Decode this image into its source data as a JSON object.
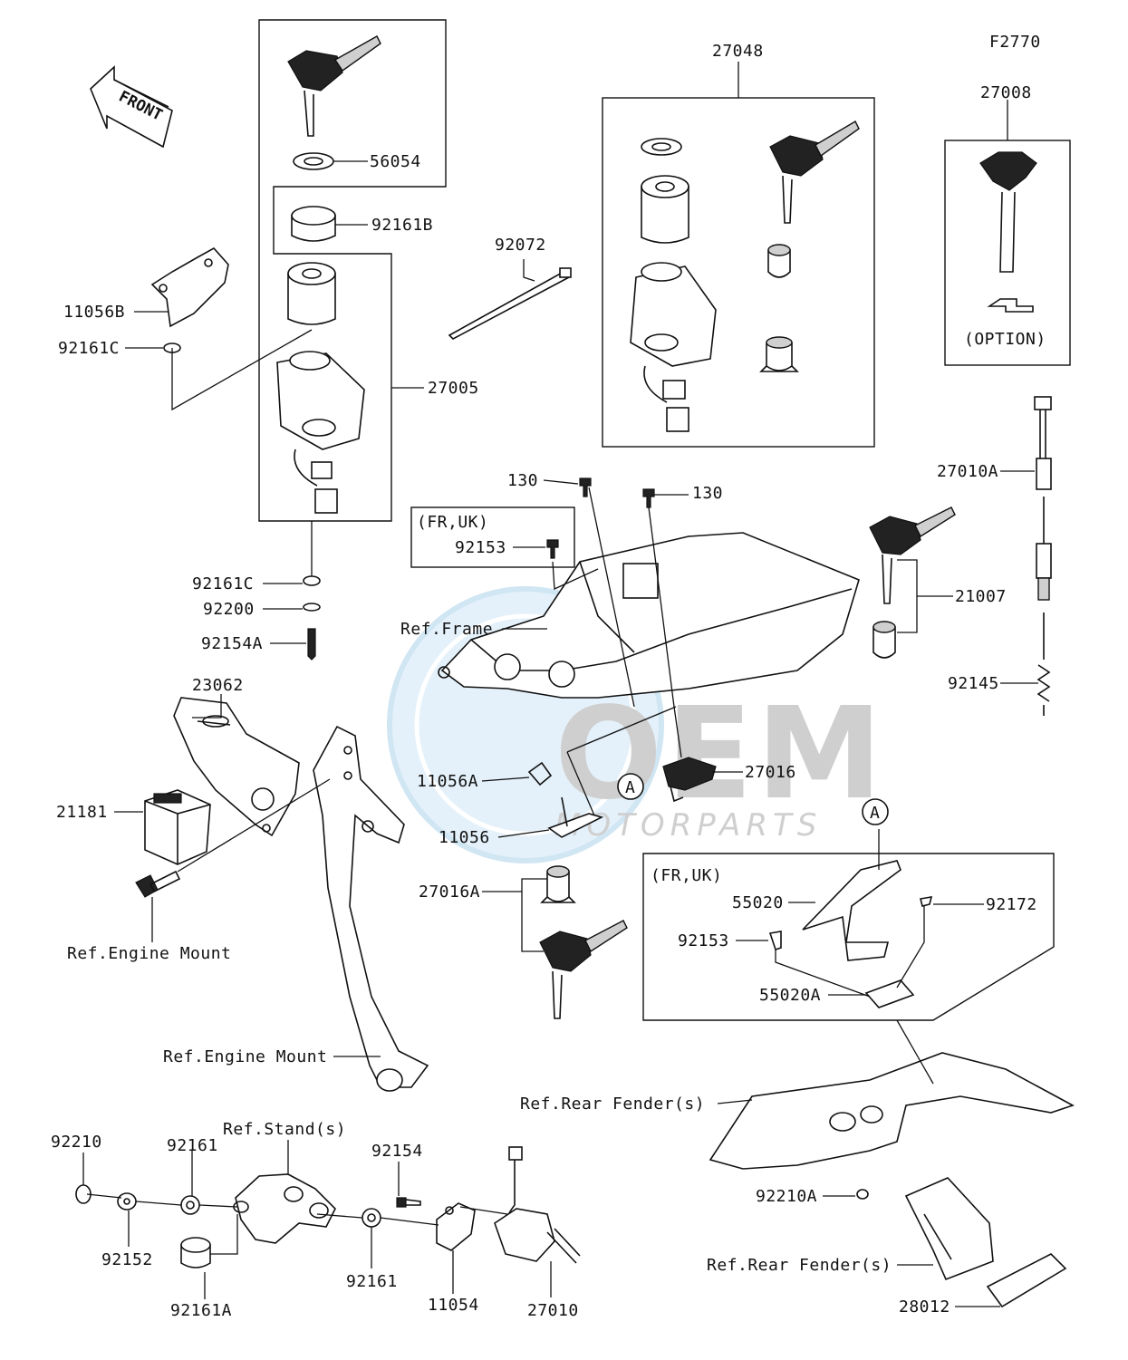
{
  "figure_code": "F2770",
  "front_arrow": "FRONT",
  "option_note": "(OPTION)",
  "region_notes": {
    "box_small": "(FR,UK)",
    "box_large": "(FR,UK)"
  },
  "circle_marker": "A",
  "watermark": {
    "brand": "OEM",
    "sub": "MOTORPARTS"
  },
  "part_labels": {
    "p56054": "56054",
    "p92161B": "92161B",
    "p11056B": "11056B",
    "p92161C_top": "92161C",
    "p27005": "27005",
    "p92161C_bot": "92161C",
    "p92200": "92200",
    "p92154A": "92154A",
    "p23062": "23062",
    "p21181": "21181",
    "ref_engine_mount_1": "Ref.Engine Mount",
    "ref_engine_mount_2": "Ref.Engine Mount",
    "p92072": "92072",
    "p27048": "27048",
    "p27008": "27008",
    "p130_left": "130",
    "p130_right": "130",
    "p92153_top": "92153",
    "ref_frame": "Ref.Frame",
    "p27010A": "27010A",
    "p21007": "21007",
    "p92145": "92145",
    "p11056A": "11056A",
    "p27016": "27016",
    "p11056": "11056",
    "p27016A": "27016A",
    "p55020": "55020",
    "p92172": "92172",
    "p92153_bot": "92153",
    "p55020A": "55020A",
    "ref_rear_fender_1": "Ref.Rear Fender(s)",
    "ref_rear_fender_2": "Ref.Rear Fender(s)",
    "ref_stand": "Ref.Stand(s)",
    "p92210": "92210",
    "p92161_left": "92161",
    "p92152": "92152",
    "p92161A": "92161A",
    "p92154": "92154",
    "p92161_mid": "92161",
    "p11054": "11054",
    "p27010": "27010",
    "p92210A": "92210A",
    "p28012": "28012"
  }
}
